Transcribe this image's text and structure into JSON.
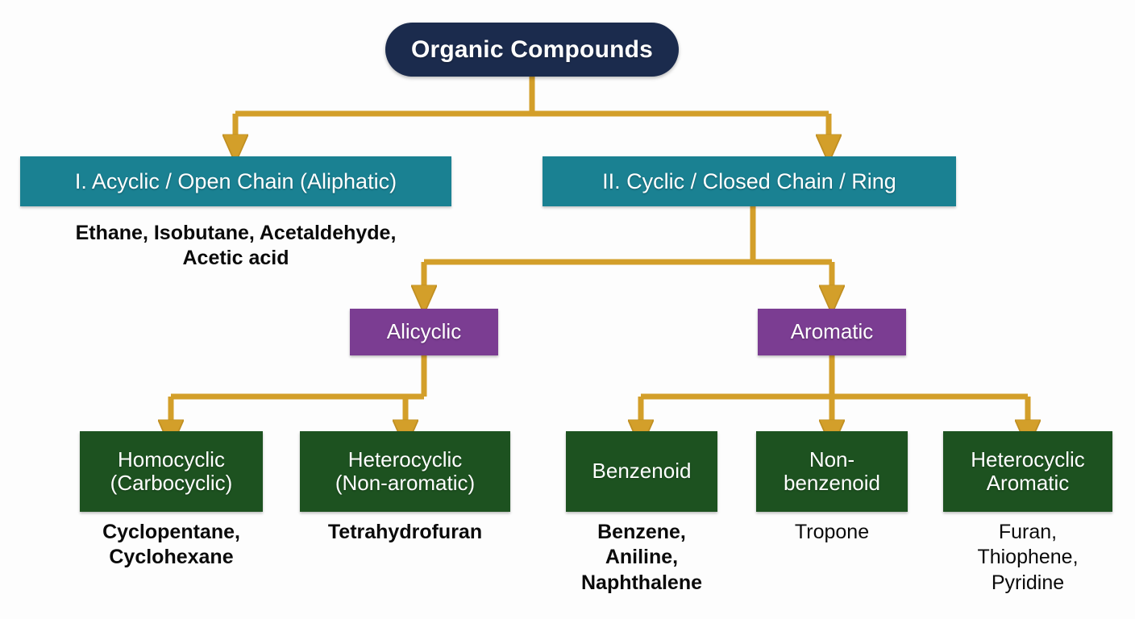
{
  "diagram": {
    "title": "Organic Compounds Classification Tree",
    "colors": {
      "root": "#1b2b4d",
      "level2": "#1a8192",
      "level3": "#7b3d92",
      "level4": "#1d5220",
      "connector": "#d39f2a",
      "background": "#fdfdfd",
      "node_text": "#ffffff",
      "caption_text": "#0a0a0a"
    },
    "root": {
      "label": "Organic Compounds"
    },
    "level2": [
      {
        "label": "I. Acyclic / Open Chain (Aliphatic)"
      },
      {
        "label": "II. Cyclic / Closed Chain / Ring"
      }
    ],
    "level3": [
      {
        "label": "Alicyclic"
      },
      {
        "label": "Aromatic"
      }
    ],
    "level4": [
      {
        "label": "Homocyclic\n(Carbocyclic)"
      },
      {
        "label": "Heterocyclic\n(Non-aromatic)"
      },
      {
        "label": "Benzenoid"
      },
      {
        "label": "Non-\nbenzenoid"
      },
      {
        "label": "Heterocyclic\nAromatic"
      }
    ],
    "captions": {
      "aliphatic_examples": "Ethane, Isobutane, Acetaldehyde,\nAcetic acid",
      "homocyclic_examples": "Cyclopentane,\nCyclohexane",
      "heterocyclic_nonaromatic_examples": "Tetrahydrofuran",
      "benzenoid_examples": "Benzene,\nAniline,\nNaphthalene",
      "non_benzenoid_examples": "Tropone",
      "heterocyclic_aromatic_examples": "Furan,\nThiophene,\nPyridine"
    }
  }
}
